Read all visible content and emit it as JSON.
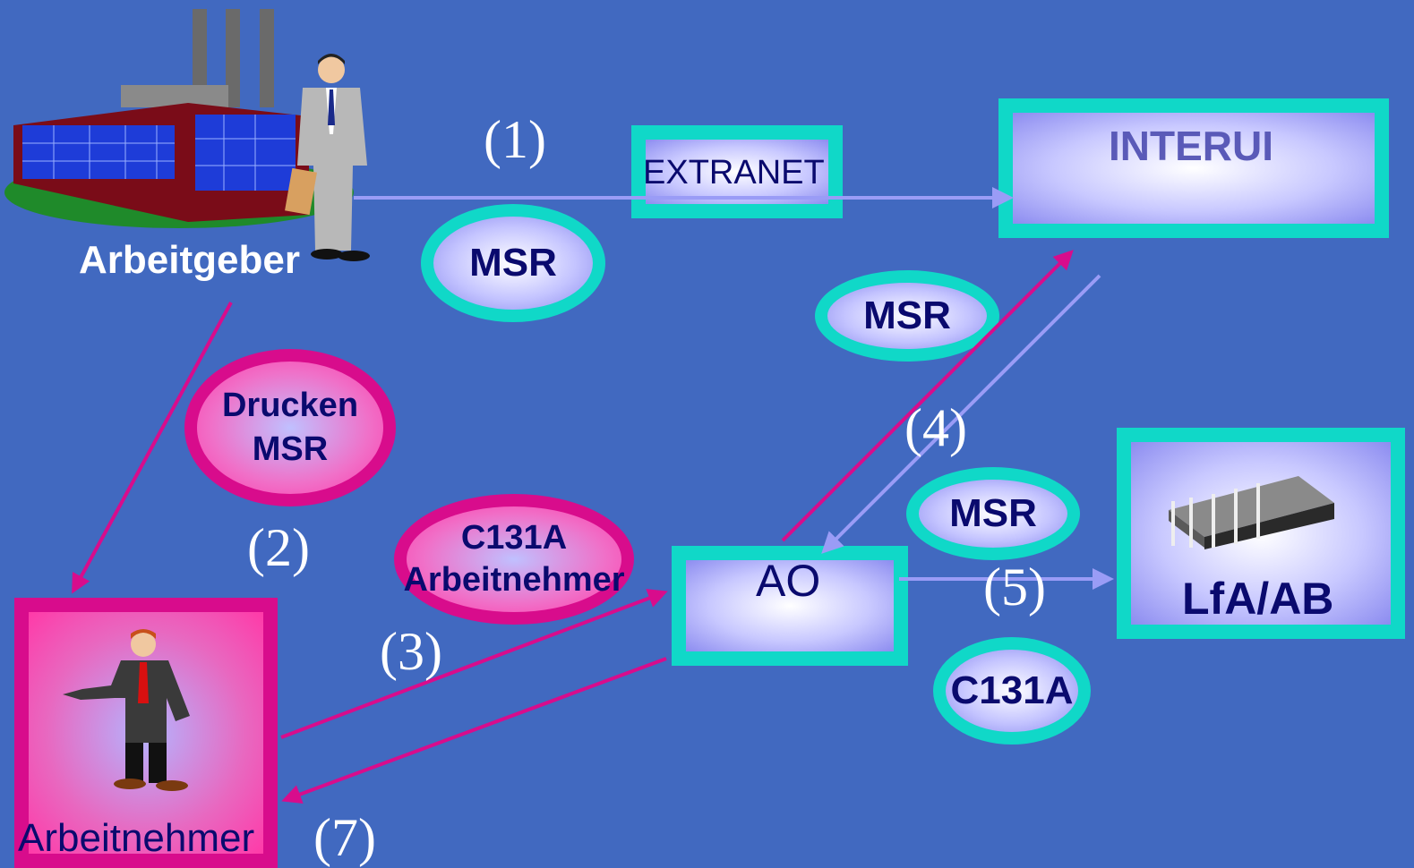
{
  "nodes": {
    "arbeitgeber": "Arbeitgeber",
    "extranet": "EXTRANET",
    "interui": "INTERUI",
    "ao": "AO",
    "lfa": "LfA/AB",
    "arbeitnehmer": "Arbeitnehmer"
  },
  "ovals": {
    "msr_top": "MSR",
    "msr_mid": "MSR",
    "drucken_line1": "Drucken",
    "drucken_line2": "MSR",
    "c131a_line1": "C131A",
    "c131a_line2": "Arbeitnehmer",
    "msr_right": "MSR",
    "c131a_right": "C131A"
  },
  "steps": {
    "s1": "(1)",
    "s2": "(2)",
    "s3": "(3)",
    "s4": "(4)",
    "s5": "(5)",
    "s7": "(7)"
  },
  "colors": {
    "background": "#4169c0",
    "cyan": "#10d8c8",
    "magenta": "#d80c8c",
    "arrow_light": "#9a9cf6",
    "text_navy": "#0a0a6e"
  }
}
